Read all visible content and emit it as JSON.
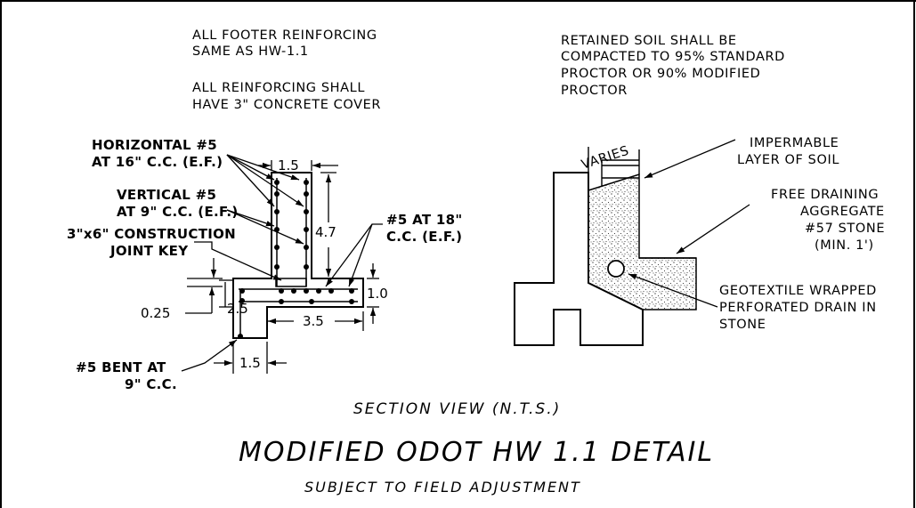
{
  "notes": {
    "footer_1": "ALL FOOTER REINFORCING",
    "footer_2": "SAME AS HW-1.1",
    "cover_1": "ALL REINFORCING SHALL",
    "cover_2": "HAVE 3\" CONCRETE COVER",
    "soil_1": "RETAINED SOIL SHALL BE",
    "soil_2": "COMPACTED TO 95% STANDARD",
    "soil_3": "PROCTOR OR 90% MODIFIED",
    "soil_4": "PROCTOR"
  },
  "left_labels": {
    "horizontal_1": "HORIZONTAL #5",
    "horizontal_2": "AT 16\" C.C. (E.F.)",
    "vertical_1": "VERTICAL #5",
    "vertical_2": "AT 9\" C.C. (E.F.)",
    "joint_1": "3\"x6\" CONSTRUCTION",
    "joint_2": "JOINT KEY",
    "top_bar_1": "#5 AT 18\"",
    "top_bar_2": "C.C. (E.F.)",
    "bent_1": "#5 BENT AT",
    "bent_2": "9\" C.C."
  },
  "dimensions": {
    "wall_width": "1.5",
    "wall_height": "4.7",
    "footing_thickness": "1.0",
    "toe_length": "3.5",
    "footing_depth": "2.5",
    "key_depth": "0.25",
    "key_width": "1.5"
  },
  "right_labels": {
    "varies": "VARIES",
    "impermeable_1": "IMPERMABLE",
    "impermeable_2": "LAYER OF SOIL",
    "aggregate_1": "FREE DRAINING",
    "aggregate_2": "AGGREGATE",
    "aggregate_3": "#57 STONE",
    "aggregate_4": "(MIN. 1')",
    "drain_1": "GEOTEXTILE WRAPPED",
    "drain_2": "PERFORATED DRAIN IN",
    "drain_3": "STONE"
  },
  "captions": {
    "section": "SECTION VIEW (N.T.S.)",
    "title": "MODIFIED ODOT HW 1.1 DETAIL",
    "subtitle": "SUBJECT TO FIELD ADJUSTMENT"
  }
}
